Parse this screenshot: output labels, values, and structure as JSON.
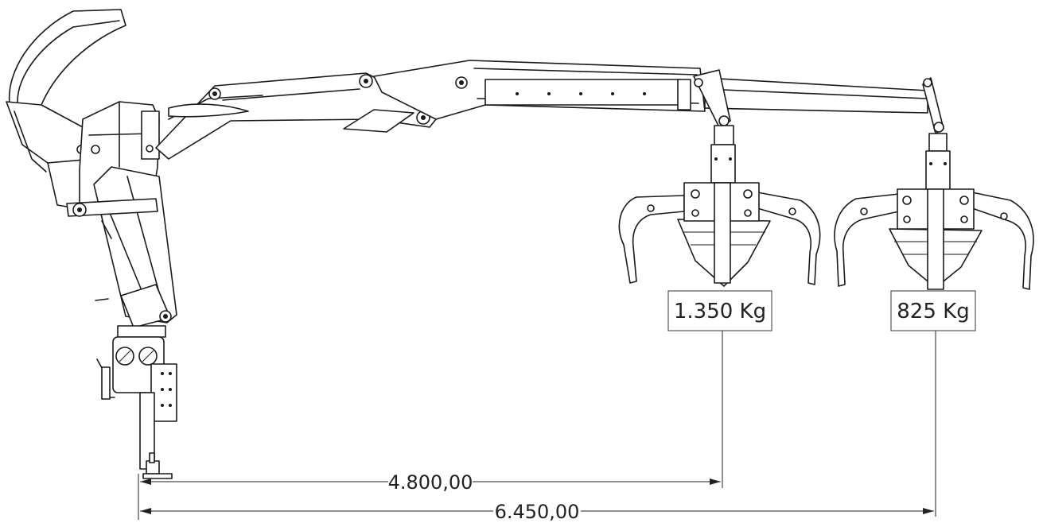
{
  "loads": {
    "near_load": "1.350 Kg",
    "far_load": "825 Kg"
  },
  "dimensions": {
    "near_reach": "4.800,00",
    "far_reach": "6.450,00"
  }
}
